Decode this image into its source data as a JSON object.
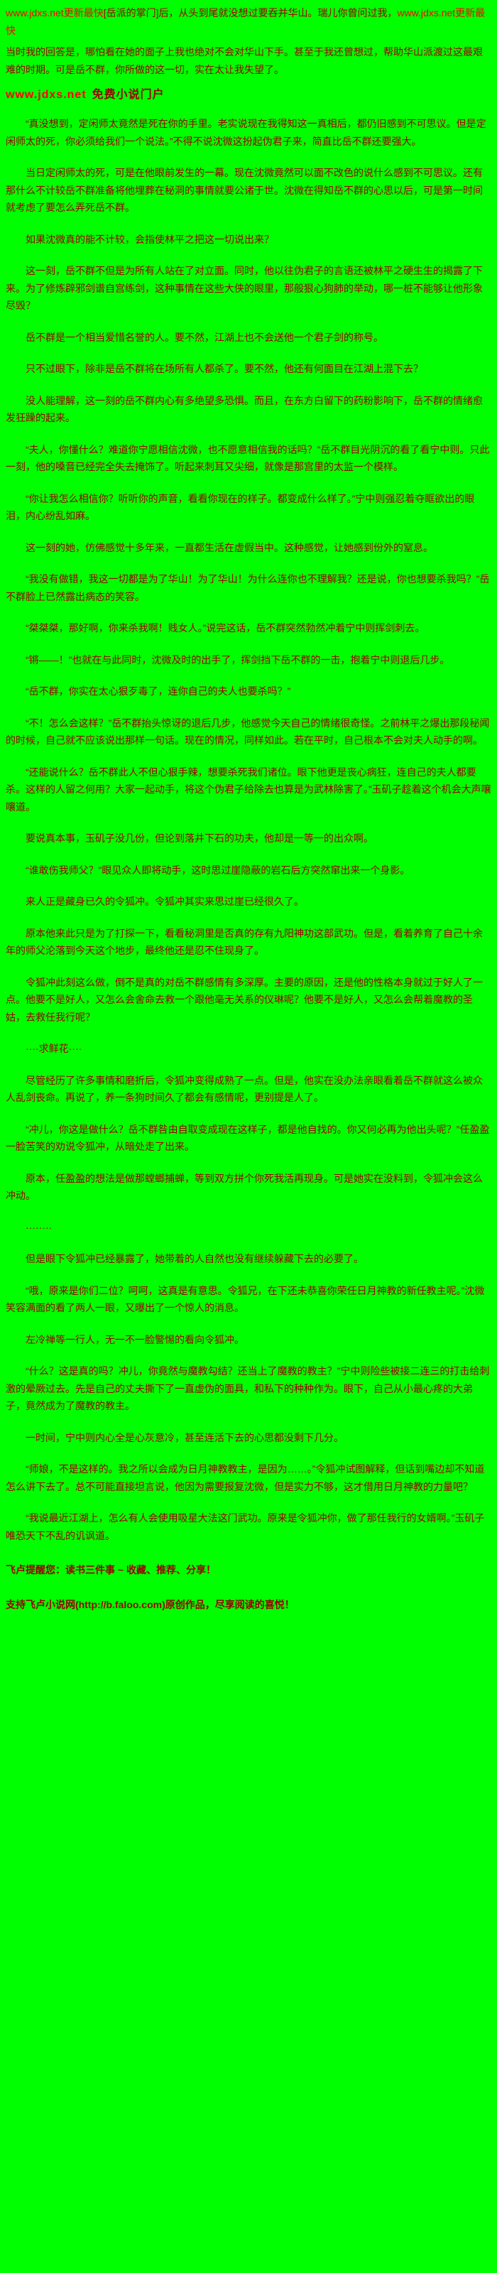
{
  "page": {
    "background": "#00FF00",
    "body_text_color": "#9A0000",
    "watermark_color": "#FF0000"
  },
  "top_line": {
    "segments": [
      {
        "text": "www.jdxs.net更新最快",
        "style": "watermark"
      },
      {
        "text": "[岳派的掌门]后，从头到尾就没想过要吞并华山。瑞儿你曾问过我，",
        "style": "body"
      },
      {
        "text": "www.jdxs.net更新最快",
        "style": "watermark"
      }
    ]
  },
  "intro_paragraph": "当时我的回答是，哪怕看在她的面子上我也绝对不会对华山下手。甚至于我还曾想过，帮助华山派渡过这最艰难的时期。可是岳不群，你所做的这一切，实在太让我失望了。",
  "site_banner": {
    "site": "www.jdxs.net",
    "label": "免费小说门户"
  },
  "paragraphs": [
    "“真没想到，定闲师太竟然是死在你的手里。老实说现在我得知这一真相后，都仍旧感到不可思议。但是定闲师太的死，你必须给我们一个说法。”不得不说沈微这扮起伪君子来，简直比岳不群还要强大。",
    "当日定闲师太的死，可是在他眼前发生的一幕。现在沈微竟然可以面不改色的说什么感到不可思议。还有那什么不计较岳不群准备将他埋葬在秘洞的事情就要公诸于世。沈微在得知岳不群的心思以后，可是第一时间就考虑了要怎么弄死岳不群。",
    "如果沈微真的能不计较，会指使林平之把这一切说出来？",
    "这一刻，岳不群不但是为所有人站在了对立面。同时，他以往伪君子的言语还被林平之硬生生的揭露了下来。为了修炼辟邪剑谱自宫练剑，这种事情在这些大侠的眼里，那般狠心狗肺的举动，哪一桩不能够让他形象尽毁？",
    "岳不群是一个相当爱惜名誉的人。要不然，江湖上也不会送他一个君子剑的称号。",
    "只不过眼下，除非是岳不群将在场所有人都杀了。要不然，他还有何面目在江湖上混下去？",
    "没人能理解，这一刻的岳不群内心有多绝望多恐惧。而且，在东方白留下的药粉影响下，岳不群的情绪愈发狂躁的起来。",
    "“夫人，你懂什么？难道你宁愿相信沈微，也不愿意相信我的话吗？”岳不群目光阴沉的看了看宁中则。只此一刻，他的嗓音已经完全失去掩饰了。听起来刺耳又尖细，就像是那宫里的太监一个模样。",
    "“你让我怎么相信你？听听你的声音，看看你现在的样子。都变成什么样了。”宁中则强忍着夺眶欲出的眼泪，内心纷乱如麻。",
    "这一刻的她，仿佛感觉十多年来，一直都生活在虚假当中。这种感觉，让她感到份外的窒息。",
    "“我没有做错，我这一切都是为了华山！为了华山！为什么连你也不理解我？还是说，你也想要杀我吗？”岳不群脸上已然露出病态的笑容。",
    "“桀桀桀，那好啊，你来杀我啊！贱女人。”说完这话，岳不群突然勃然冲着宁中则挥剑刺去。",
    "“锵——！”也就在与此同时，沈微及时的出手了，挥剑挡下岳不群的一击，抱着宁中则退后几步。",
    "“岳不群，你实在太心狠歹毒了，连你自己的夫人也要杀吗？”",
    "“不！怎么会这样？”岳不群抬头惊讶的退后几步，他感觉今天自己的情绪很奇怪。之前林平之爆出那段秘闻的时候，自己就不应该说出那样一句话。现在的情况，同样如此。若在平时，自己根本不会对夫人动手的啊。",
    "“还能说什么？岳不群此人不但心狠手辣，想要杀死我们诸位。眼下他更是丧心病狂，连自己的夫人都要杀。这样的人留之何用？大家一起动手，将这个伪君子给除去也算是为武林除害了。”玉矶子趁着这个机会大声嚷嚷道。",
    "要说真本事，玉矶子没几份，但论到落井下石的功夫，他却是一等一的出众啊。",
    "“谁敢伤我师父？”眼见众人即将动手，这时思过崖隐蔽的岩石后方突然窜出来一个身影。",
    "来人正是藏身已久的令狐冲。令狐冲其实来思过崖已经很久了。",
    "原本他来此只是为了打探一下，看看秘洞里是否真的存有九阳神功这部武功。但是，看着养育了自己十余年的师父沦落到今天这个地步，最终他还是忍不住现身了。",
    "令狐冲此刻这么做，倒不是真的对岳不群感情有多深厚。主要的原因，还是他的性格本身就过于好人了一点。他要不是好人，又怎么会舍命去救一个跟他毫无关系的仪琳呢？他要不是好人，又怎么会帮着魔教的圣姑，去救任我行呢？",
    "····求鲜花····",
    "尽管经历了许多事情和磨折后，令狐冲变得成熟了一点。但是，他实在没办法亲眼看着岳不群就这么被众人乱剑丧命。再说了，养一条狗时间久了都会有感情呢，更别提是人了。",
    "“冲儿，你这是做什么？岳不群咎由自取变成现在这样子，都是他自找的。你又何必再为他出头呢？”任盈盈一脸苦笑的劝说令狐冲，从暗处走了出来。",
    "原本，任盈盈的想法是做那螳螂捕蝉，等到双方拼个你死我活再现身。可是她实在没料到，令狐冲会这么冲动。",
    "········",
    "但是眼下令狐冲已经暴露了，她带着的人自然也没有继续躲藏下去的必要了。",
    "“哦，原来是你们二位？呵呵，这真是有意思。令狐兄，在下还未恭喜你荣任日月神教的新任教主呢。”沈微笑容满面的看了两人一眼，又曝出了一个惊人的消息。",
    "左冷禅等一行人，无一不一脸警惕的看向令狐冲。",
    "“什么？这是真的吗？冲儿，你竟然与魔教勾结？还当上了魔教的教主？”宁中则险些被接二连三的打击给刺激的晕厥过去。先是自己的丈夫撕下了一直虚伪的面具，和私下的种种作为。眼下，自己从小最心疼的大弟子，竟然成为了魔教的教主。",
    "一时间，宁中则内心全是心灰意冷，甚至连活下去的心思都没剩下几分。",
    "“师娘，不是这样的。我之所以会成为日月神教教主，是因为……。”令狐冲试图解释，但话到嘴边却不知道怎么讲下去了。总不可能直接坦言说，他因为需要报复沈微，但是实力不够，这才借用日月神教的力量吧？",
    "“我说最近江湖上，怎么有人会使用吸星大法这门武功。原来是令狐冲你，做了那任我行的女婿啊。”玉矶子唯恐天下不乱的讥讽道。"
  ],
  "footer": {
    "reminder": "飞卢提醒您：读书三件事 ~ 收藏、推荐、分享！",
    "support": "支持飞卢小说网(http://b.faloo.com)原创作品，尽享阅读的喜悦！"
  }
}
